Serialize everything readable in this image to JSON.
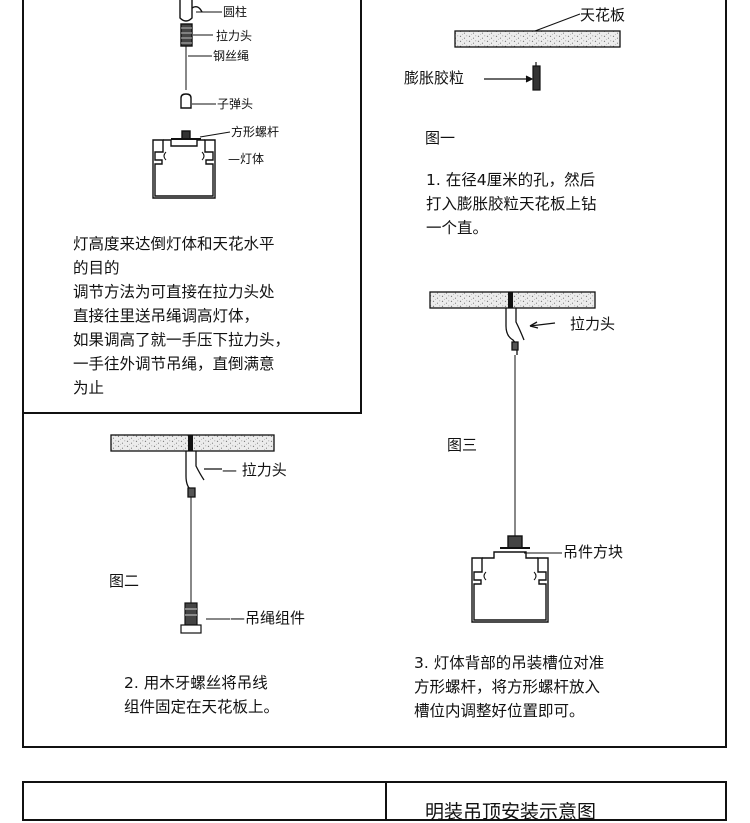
{
  "top_left": {
    "labels": {
      "yuanzhu": "圆柱",
      "lalitou": "拉力头",
      "gangsisheng": "钢丝绳",
      "zidantou": "子弹头",
      "fangxingluogan": "方形螺杆",
      "dengti": "—灯体"
    },
    "note_lines": [
      "灯高度来达倒灯体和天花水平",
      "的目的",
      "调节方法为可直接在拉力头处",
      "直接往里送吊绳调高灯体，",
      "如果调高了就一手压下拉力头，",
      "一手往外调节吊绳，直倒满意",
      "为止"
    ]
  },
  "fig1": {
    "ceiling_label": "天花板",
    "anchor_label": "膨胀胶粒",
    "title": "图一",
    "step_lines": [
      "1. 在径4厘米的孔，然后",
      "打入膨胀胶粒天花板上钻",
      "一个直。"
    ]
  },
  "fig2": {
    "lalitou_label": "— 拉力头",
    "title": "图二",
    "assembly_label": "—吊绳组件",
    "step_lines": [
      "2. 用木牙螺丝将吊线",
      "组件固定在天花板上。"
    ]
  },
  "fig3": {
    "lalitou_label": "拉力头",
    "title": "图三",
    "block_label": "吊件方块",
    "step_lines": [
      "3. 灯体背部的吊装槽位对准",
      "方形螺杆，将方形螺杆放入",
      "槽位内调整好位置即可。"
    ]
  },
  "bottom": {
    "title_partial": "明装吊顶安装示意图"
  }
}
